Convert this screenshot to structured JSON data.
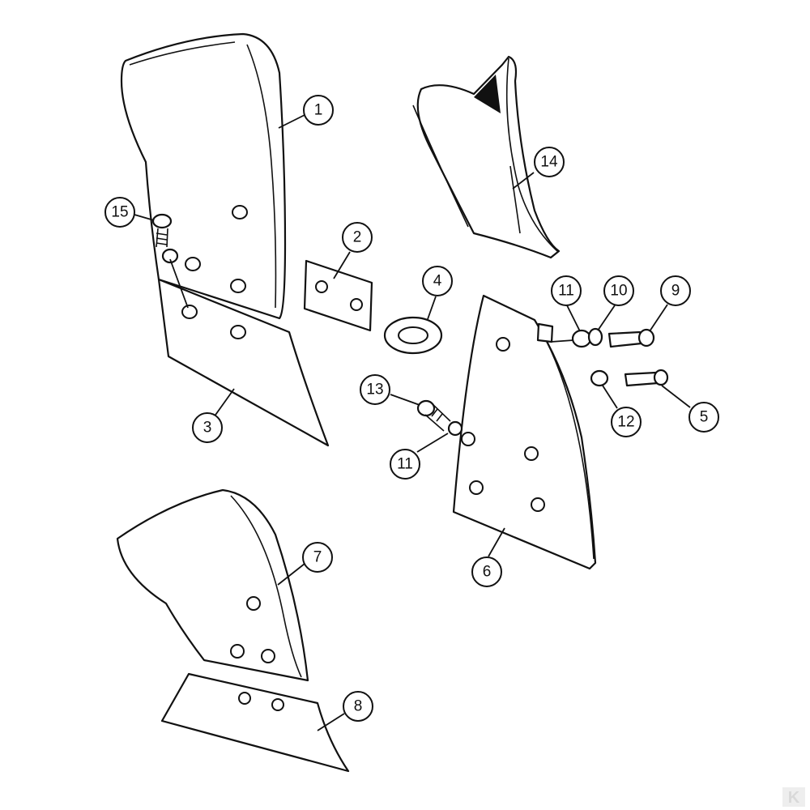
{
  "callouts": [
    {
      "id": "1",
      "label": "1"
    },
    {
      "id": "2",
      "label": "2"
    },
    {
      "id": "3",
      "label": "3"
    },
    {
      "id": "4",
      "label": "4"
    },
    {
      "id": "5",
      "label": "5"
    },
    {
      "id": "6",
      "label": "6"
    },
    {
      "id": "7",
      "label": "7"
    },
    {
      "id": "8",
      "label": "8"
    },
    {
      "id": "9",
      "label": "9"
    },
    {
      "id": "10",
      "label": "10"
    },
    {
      "id": "11a",
      "label": "11"
    },
    {
      "id": "11b",
      "label": "11"
    },
    {
      "id": "12",
      "label": "12"
    },
    {
      "id": "13",
      "label": "13"
    },
    {
      "id": "14",
      "label": "14"
    },
    {
      "id": "15",
      "label": "15"
    }
  ],
  "watermark": {
    "text": "K",
    "color": "#d9d9d9"
  },
  "colors": {
    "line": "#111111",
    "background": "#ffffff"
  }
}
